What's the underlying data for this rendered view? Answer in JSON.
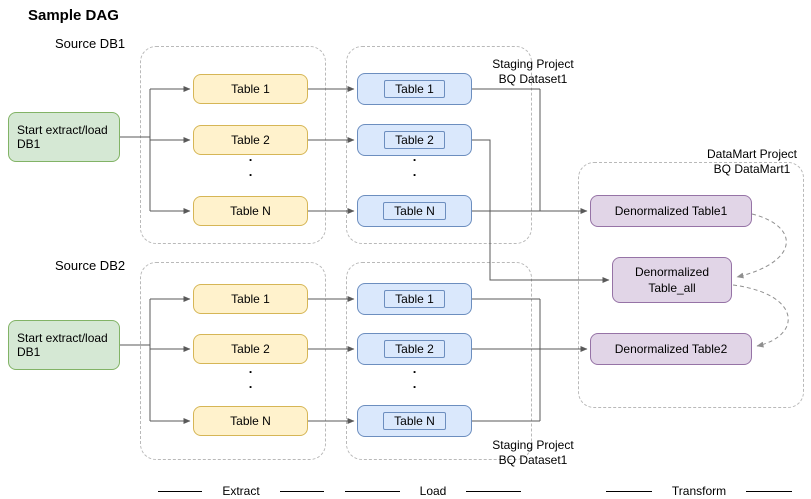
{
  "title": "Sample DAG",
  "dots": ".",
  "stage_labels": {
    "extract": "Extract",
    "load": "Load",
    "transform": "Transform"
  },
  "colors": {
    "start_fill": "#d5e8d4",
    "start_border": "#82b366",
    "extract_fill": "#fff2cc",
    "extract_border": "#d6b656",
    "load_fill": "#dae8fc",
    "load_border": "#6c8ebf",
    "datamart_fill": "#e1d5e7",
    "datamart_border": "#9673a6",
    "group_border": "#b9b9b9",
    "connector": "#595959"
  },
  "source1": {
    "label": "Source DB1",
    "start": "Start extract/load DB1",
    "extract_tables": [
      "Table 1",
      "Table 2",
      "Table N"
    ],
    "load_tables": [
      "Table 1",
      "Table 2",
      "Table N"
    ],
    "staging": {
      "line1": "Staging Project",
      "line2": "BQ Dataset1"
    }
  },
  "source2": {
    "label": "Source DB2",
    "start": "Start extract/load DB1",
    "extract_tables": [
      "Table 1",
      "Table 2",
      "Table N"
    ],
    "load_tables": [
      "Table 1",
      "Table 2",
      "Table N"
    ],
    "staging": {
      "line1": "Staging Project",
      "line2": "BQ Dataset1"
    }
  },
  "datamart": {
    "label": {
      "line1": "DataMart Project",
      "line2": "BQ DataMart1"
    },
    "table1": "Denormalized Table1",
    "table_all": {
      "line1": "Denormalized",
      "line2": "Table_all"
    },
    "table2": "Denormalized Table2"
  }
}
